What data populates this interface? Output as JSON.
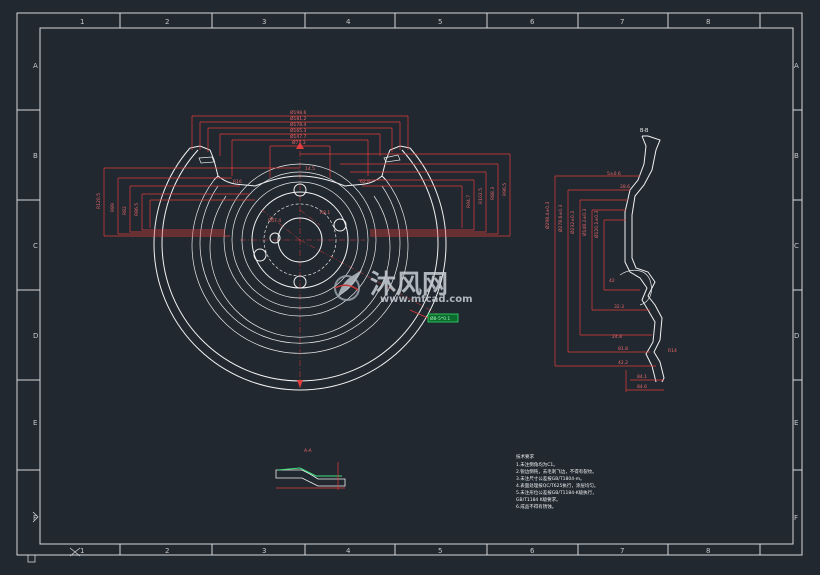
{
  "frame": {
    "columns": [
      "1",
      "2",
      "3",
      "4",
      "5",
      "6",
      "7",
      "8"
    ],
    "rows": [
      "A",
      "B",
      "C",
      "D",
      "E",
      "F"
    ]
  },
  "watermark": {
    "brand_cn": "沐风网",
    "brand_url": "www.mfcad.com"
  },
  "section_labels": {
    "bb": "B-B",
    "aa": "A-A"
  },
  "front_dims": {
    "d1": "Ø198.6",
    "d2": "Ø181.2",
    "d3": "Ø178.4",
    "d4": "Ø165.3",
    "d5": "Ø147.7",
    "d6": "Ø77.3",
    "rl1": "R120.5",
    "rl2": "R89",
    "rl3": "R82",
    "rl4": "R86.5",
    "rr1": "R96.5",
    "rr2": "R88.3",
    "rr3": "R102.5",
    "rr4": "R94.7",
    "c1": "R16",
    "c2": "62.8",
    "c3": "14.5",
    "c4": "R67.4",
    "c5": "R8.1"
  },
  "stamp_label": "Ø8-5*0.1",
  "side_dims": {
    "v1": "Ø298.4±0.3",
    "v2": "Ø278.6±0.3",
    "v3": "Ø232±0.3",
    "v4": "Ø148.2±0.3",
    "v5": "Ø120.1±0.3",
    "h1": "5±0.6",
    "h2": "28.6",
    "h3": "42",
    "h4": "32.3",
    "h5": "24.8",
    "h6": "R14",
    "h7": "81.8",
    "h8": "42.2",
    "h9": "84.1",
    "h10": "84.6"
  },
  "notes": {
    "title": "技术要求",
    "lines": [
      "1.未注倒角均为C1。",
      "2.锐边倒钝，去毛刺飞边，不得有裂纹。",
      "3.未注尺寸公差按GB/T1804-m。",
      "4.表面处理按QC/T625执行，涂层均匀。",
      "5.未注形位公差按GB/T1184-K级执行，",
      "  GB/T1184 K级要求。",
      "6.成品不得有锈蚀。"
    ]
  }
}
